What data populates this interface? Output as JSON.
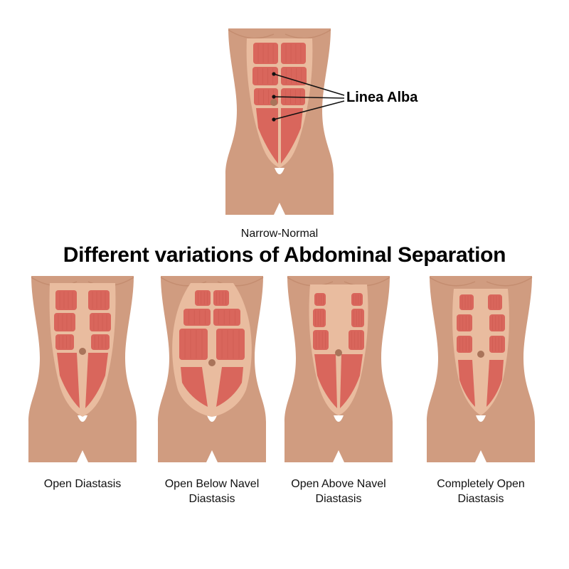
{
  "title": "Different variations of Abdominal Separation",
  "callout": "Linea Alba",
  "figures": [
    {
      "label": "Narrow-Normal",
      "variant": "normal"
    },
    {
      "label": "Open Diastasis",
      "variant": "open"
    },
    {
      "label": "Open Below Navel\nDiastasis",
      "variant": "below"
    },
    {
      "label": "Open Above Navel\nDiastasis",
      "variant": "above"
    },
    {
      "label": "Completely Open\nDiastasis",
      "variant": "complete"
    }
  ],
  "colors": {
    "skin": "#d09c80",
    "skin_shade": "#c48d70",
    "fascia": "#e9bc9f",
    "muscle": "#d9665c",
    "muscle_line": "#c24f47",
    "navel": "#a9745a"
  }
}
